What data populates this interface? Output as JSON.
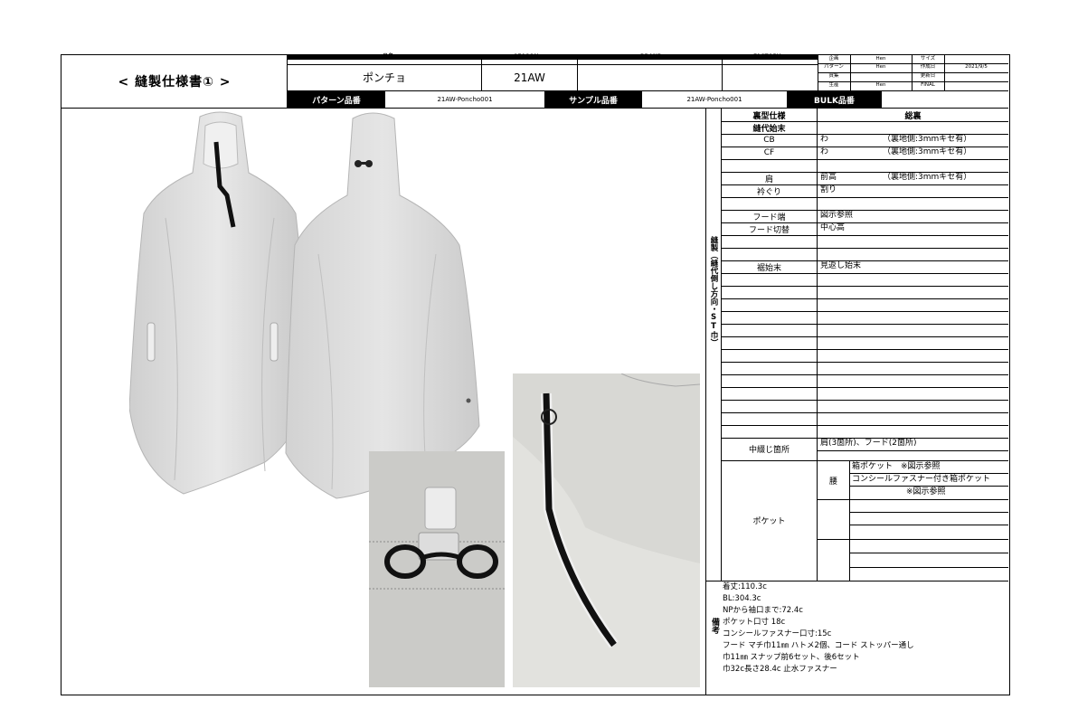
{
  "header": {
    "title": "< 縫製仕様書① >",
    "col_labels": {
      "name": "品名",
      "season": "SEASON",
      "brand": "BRAND",
      "factory": "FACTORY"
    },
    "product_name": "ポンチョ",
    "season": "21AW",
    "brand": "",
    "factory": "",
    "pattern_no_label": "パターン品番",
    "pattern_no": "21AW-Poncho001",
    "sample_no_label": "サンプル品番",
    "sample_no": "21AW-Poncho001",
    "bulk_no_label": "BULK品番",
    "bulk_no": ""
  },
  "approval": {
    "rows": [
      {
        "label": "企画",
        "value": "Hen",
        "label2": "サイズ",
        "value2": ""
      },
      {
        "label": "パターン",
        "value": "Hen",
        "label2": "作成日",
        "value2": "2021/9/5"
      },
      {
        "label": "資集",
        "value": "",
        "label2": "更新日",
        "value2": ""
      },
      {
        "label": "生産",
        "value": "Hen",
        "label2": "FINAL",
        "value2": ""
      }
    ]
  },
  "spec": {
    "side_label": "縫製（縫代倒し方向・ST巾）",
    "head_left": "裏型仕様",
    "head_right": "総裏",
    "seam_title": "縫代始末",
    "rows": [
      {
        "item": "CB",
        "v1": "わ",
        "v2": "（裏地側:3mmキセ有）"
      },
      {
        "item": "CF",
        "v1": "わ",
        "v2": "（裏地側:3mmキセ有）"
      },
      {
        "item": "",
        "v1": "",
        "v2": ""
      },
      {
        "item": "肩",
        "v1": "前高",
        "v2": "（裏地側:3mmキセ有）"
      },
      {
        "item": "衿ぐり",
        "v1": "割り",
        "v2": ""
      },
      {
        "item": "",
        "v1": "",
        "v2": ""
      },
      {
        "item": "フード端",
        "v1": "図示参照",
        "v2": ""
      },
      {
        "item": "フード切替",
        "v1": "中心高",
        "v2": ""
      },
      {
        "item": "",
        "v1": "",
        "v2": ""
      },
      {
        "item": "",
        "v1": "",
        "v2": ""
      },
      {
        "item": "裾始末",
        "v1": "見返し始末",
        "v2": ""
      }
    ],
    "stitch_label": "中綴じ箇所",
    "stitch_value": "肩(3箇所)、フード(2箇所)",
    "pocket_label": "ポケット",
    "pocket_sub": "腰",
    "pocket_lines": [
      "箱ポケット　※図示参照",
      "コンシールファスナー付き箱ポケット",
      "※図示参照"
    ]
  },
  "notes": {
    "label": "備考",
    "lines": [
      "着丈:110.3c",
      "BL:304.3c",
      "NPから袖口まで:72.4c",
      "ポケット口寸 18c",
      "コンシールファスナー口寸:15c",
      "フード マチ巾11㎜ ハトメ2個、コード ストッパー通し",
      "巾11㎜ スナップ前6セット、後6セット",
      "巾32c長さ28.4c 止水ファスナー"
    ]
  },
  "colors": {
    "garment": "#dcdcdc",
    "zipper": "#111111",
    "photo_bg": "#c9c9c6"
  }
}
